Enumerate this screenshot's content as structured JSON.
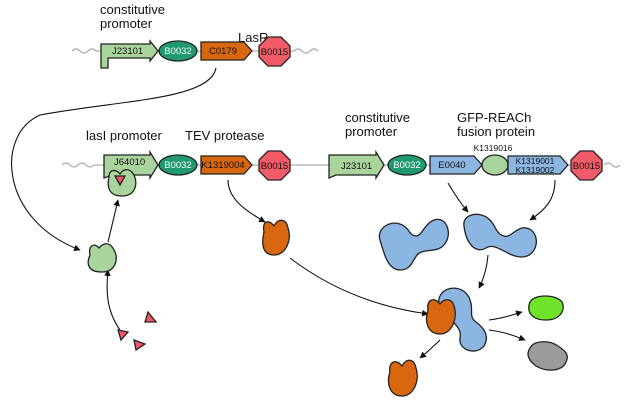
{
  "colors": {
    "promoter": "#a9d49b",
    "rbs": "#1f9a70",
    "cds_orange": "#d9670f",
    "terminator": "#f25c68",
    "blue": "#8cb6e2",
    "green_lime": "#6fe32a",
    "grey": "#9b9b9b",
    "ahl": "#f05565"
  },
  "construct1": {
    "title_promoter": "constitutive\npromoter",
    "title_cds": "LasR",
    "promoter": "J23101",
    "rbs": "B0032",
    "cds": "C0179",
    "terminator": "B0015"
  },
  "construct2": {
    "title_promoter": "lasI promoter",
    "title_cds": "TEV protease",
    "promoter": "J64010",
    "rbs": "B0032",
    "cds": "K1319004",
    "terminator": "B0015"
  },
  "construct3": {
    "title_promoter": "constitutive\npromoter",
    "title_cds": "GFP-REACh\nfusion protein",
    "promoter": "J23101",
    "rbs": "B0032",
    "cds1": "E0040",
    "linker": "K1319016",
    "cds2a": "K1319001",
    "cds2b": "K1319002",
    "terminator": "B0015"
  }
}
